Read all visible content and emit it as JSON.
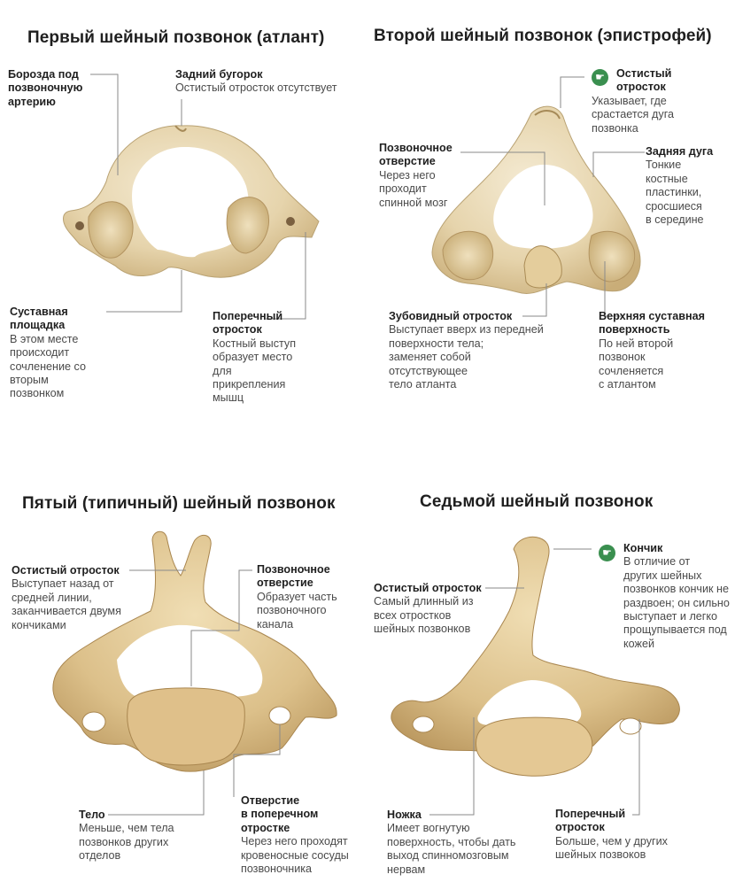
{
  "panels": {
    "atlas": {
      "title": "Первый шейный позвонок (атлант)",
      "labels": {
        "groove": {
          "heading": "Борозда под\nпозвоночную\nартерию",
          "desc": ""
        },
        "posterior_tubercle": {
          "heading": "Задний бугорок",
          "desc": "Остистый отросток отсутствует"
        },
        "articular_facet": {
          "heading": "Суставная\nплощадка",
          "desc": "В этом месте\nпроисходит\nсочленение со\nвторым\nпозвонком"
        },
        "transverse_process": {
          "heading": "Поперечный\nотросток",
          "desc": "Костный выступ\nобразует место\nдля\nприкрепления\nмышц"
        }
      }
    },
    "axis": {
      "title": "Второй шейный позвонок (эпистрофей)",
      "labels": {
        "spinous_process": {
          "heading": "Остистый\nотросток",
          "desc": "Указывает, где\nсрастается дуга\nпозвонка"
        },
        "vertebral_foramen": {
          "heading": "Позвоночное\nотверстие",
          "desc": "Через него\nпроходит\nспинной мозг"
        },
        "posterior_arch": {
          "heading": "Задняя дуга",
          "desc": "Тонкие\nкостные\nпластинки,\nсросшиеся\nв середине"
        },
        "dens": {
          "heading": "Зубовидный отросток",
          "desc": "Выступает вверх из передней\nповерхности тела;\nзаменяет собой\nотсутствующее\nтело атланта"
        },
        "superior_articular": {
          "heading": "Верхняя суставная\nповерхность",
          "desc": "По ней второй\nпозвонок\nсочленяется\nс атлантом"
        }
      }
    },
    "c5": {
      "title": "Пятый (типичный) шейный позвонок",
      "labels": {
        "spinous_process": {
          "heading": "Остистый отросток",
          "desc": "Выступает назад от\nсредней линии,\nзаканчивается двумя\nкончиками"
        },
        "vertebral_foramen": {
          "heading": "Позвоночное\nотверстие",
          "desc": "Образует часть\nпозвоночного\nканала"
        },
        "body": {
          "heading": "Тело",
          "desc": "Меньше, чем тела\nпозвонков других\nотделов"
        },
        "transverse_foramen": {
          "heading": "Отверстие\nв поперечном\nотростке",
          "desc": "Через него проходят\nкровеносные сосуды\nпозвоночника"
        }
      }
    },
    "c7": {
      "title": "Седьмой шейный позвонок",
      "labels": {
        "spinous_process": {
          "heading": "Остистый отросток",
          "desc": "Самый длинный из\nвсех отростков\nшейных позвонков"
        },
        "tip": {
          "heading": "Кончик",
          "desc": "В отличие от\nдругих шейных\nпозвонков кончик не\nраздвоен; он сильно\nвыступает и легко\nпрощупывается под\nкожей"
        },
        "pedicle": {
          "heading": "Ножка",
          "desc": "Имеет вогнутую\nповерхность, чтобы дать\nвыход спинномозговым\nнервам"
        },
        "transverse_process": {
          "heading": "Поперечный\nотросток",
          "desc": "Больше, чем у других\nшейных позвоков"
        }
      }
    }
  },
  "colors": {
    "bone": "#e9dcbc",
    "bone_shade": "#d2bf93",
    "bone_dark": "#b69a66",
    "badge": "#3a8f4f"
  },
  "icons": {
    "badge": "hand-pointer-icon"
  }
}
